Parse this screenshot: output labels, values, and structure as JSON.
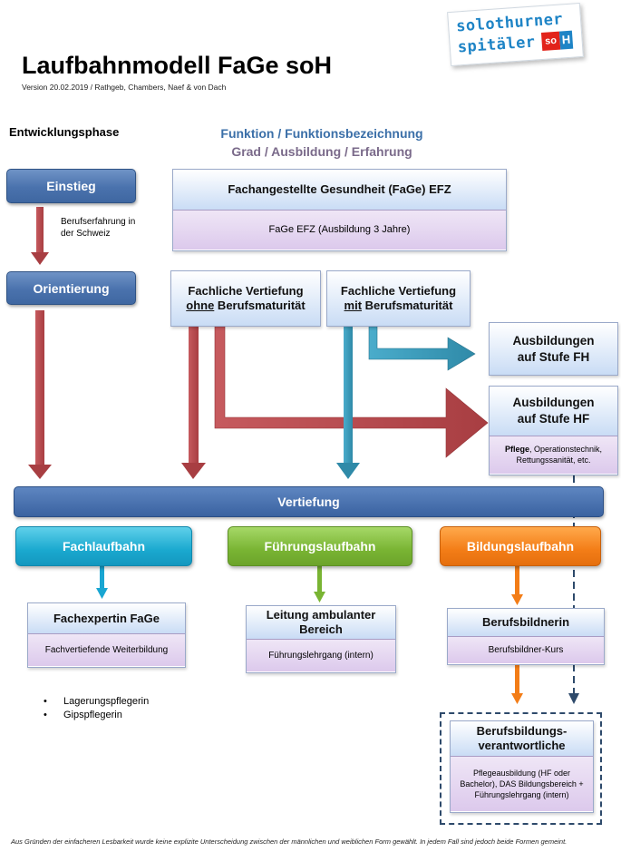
{
  "logo": {
    "line1": "solothurner",
    "line2": "spitäler",
    "mark_left": "so",
    "mark_right": "H"
  },
  "header": {
    "title": "Laufbahnmodell FaGe soH",
    "version": "Version 20.02.2019 / Rathgeb, Chambers, Naef & von Dach"
  },
  "columns": {
    "phase_heading": "Entwicklungsphase",
    "function_heading": "Funktion / Funktionsbezeichnung",
    "grade_heading": "Grad / Ausbildung / Erfahrung"
  },
  "phases": {
    "einstieg": "Einstieg",
    "orientierung": "Orientierung",
    "vertiefung": "Vertiefung"
  },
  "notes": {
    "berufserfahrung_1": "Berufserfahrung in",
    "berufserfahrung_2": "der Schweiz"
  },
  "boxes": {
    "fage": {
      "title": "Fachangestellte Gesundheit (FaGe) EFZ",
      "detail": "FaGe EFZ (Ausbildung 3 Jahre)"
    },
    "ohne_bm": {
      "line1": "Fachliche Vertiefung",
      "underlined": "ohne",
      "rest": " Berufsmaturität"
    },
    "mit_bm": {
      "line1": "Fachliche Vertiefung",
      "underlined": "mit",
      "rest": " Berufsmaturität"
    },
    "fh": {
      "line1": "Ausbildungen",
      "line2": "auf Stufe FH"
    },
    "hf": {
      "line1": "Ausbildungen",
      "line2": "auf Stufe HF",
      "detail_bold": "Pflege",
      "detail_rest": ", Operationstechnik, Rettungssanität, etc."
    }
  },
  "careers": {
    "fach": "Fachlaufbahn",
    "fuehrung": "Führungslaufbahn",
    "bildung": "Bildungslaufbahn"
  },
  "roles": {
    "fachexpertin": {
      "title": "Fachexpertin FaGe",
      "detail": "Fachvertiefende Weiterbildung"
    },
    "leitung": {
      "title": "Leitung ambulanter Bereich",
      "detail": "Führungslehrgang (intern)"
    },
    "berufsbildnerin": {
      "title": "Berufsbildnerin",
      "detail": "Berufsbildner-Kurs"
    },
    "bbv": {
      "title": "Berufsbildungs-verantwortliche",
      "detail": "Pflegeausbildung (HF oder Bachelor), DAS Bildungsbereich + Führungslehrgang (intern)"
    }
  },
  "bullets": [
    "Lagerungspflegerin",
    "Gipspflegerin"
  ],
  "footnote": "Aus Gründen der einfacheren Lesbarkeit wurde keine explizite Unterscheidung zwischen der männlichen und weiblichen Form gewählt. In jedem Fall sind jedoch beide Formen gemeint.",
  "colors": {
    "phase_blue": "#4a72ad",
    "arrow_red": "#b5474b",
    "arrow_teal": "#3a9ab8",
    "fach_cyan": "#1aa9cf",
    "fuehrung_green": "#79b433",
    "bildung_orange": "#f37d17",
    "card_blue": "#c9dcf5",
    "card_lilac": "#dcc9ec",
    "dashed_navy": "#2e4a6b"
  }
}
